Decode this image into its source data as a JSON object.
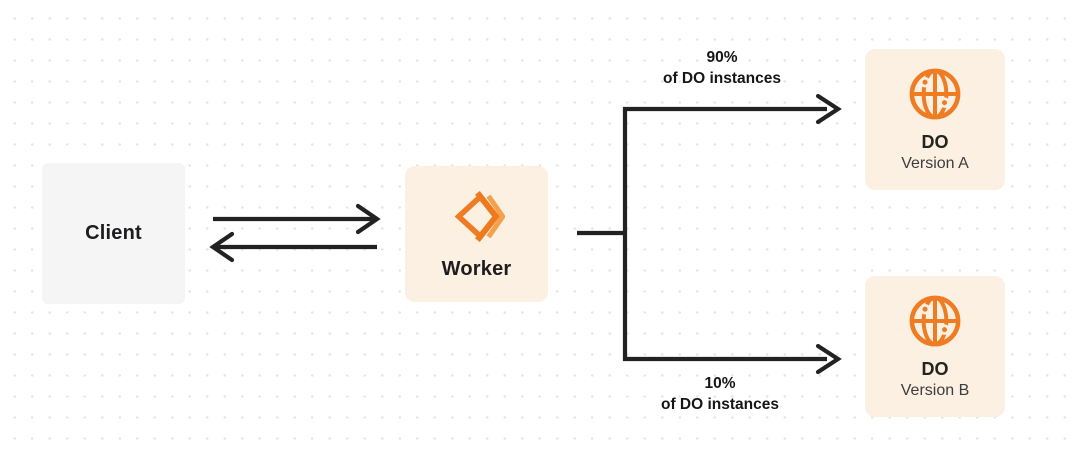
{
  "nodes": {
    "client": {
      "label": "Client"
    },
    "worker": {
      "label": "Worker"
    },
    "do_version_a": {
      "title": "DO",
      "subtitle": "Version A"
    },
    "do_version_b": {
      "title": "DO",
      "subtitle": "Version B"
    }
  },
  "edges": {
    "to_version_a": {
      "percent": "90%",
      "caption": "of DO instances"
    },
    "to_version_b": {
      "percent": "10%",
      "caption": "of DO instances"
    }
  },
  "icons": {
    "worker_icon": "workers-brackets-icon",
    "do_icon": "globe-with-nodes-icon"
  },
  "colors": {
    "accent_orange": "#EF7C23",
    "accent_orange_light": "#F5A04B",
    "connector_dark": "#222222",
    "client_box_bg": "#F5F5F6",
    "cream_box_bg": "#FBF0E2"
  }
}
